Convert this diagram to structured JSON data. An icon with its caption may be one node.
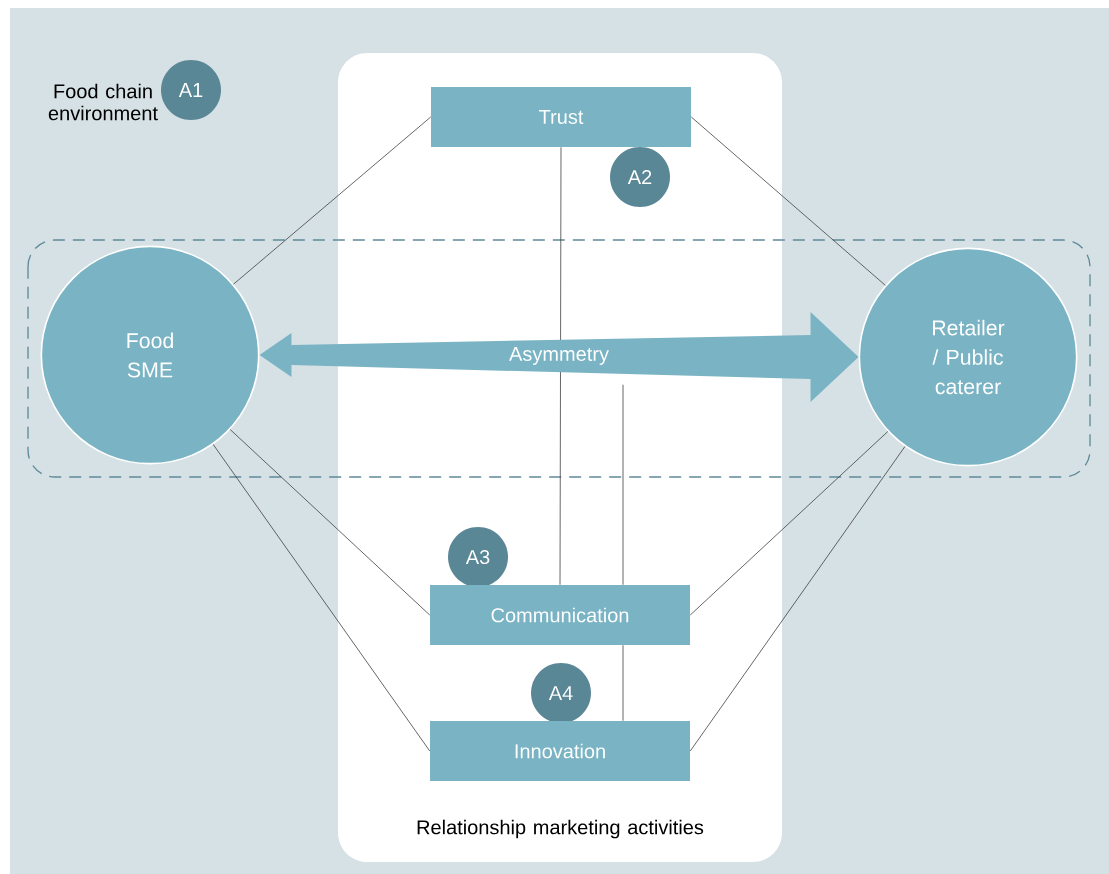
{
  "diagram": {
    "nodes": [
      {
        "text": [
          "Food chain environment"
        ]
      },
      {
        "text": [
          "A1"
        ],
        "in": 0
      },
      {
        "text": [
          "Relationship marketing activities"
        ],
        "in": 0
      },
      {
        "text": [
          "Trust"
        ],
        "in": 2
      },
      {
        "text": [
          "A2"
        ],
        "in": 2
      },
      {
        "text": [
          "Food SME"
        ],
        "in": 0
      },
      {
        "text": [
          "Retailer / Public caterer"
        ],
        "in": 0
      },
      {
        "text": [
          "A3"
        ],
        "in": 2
      },
      {
        "text": [
          "Communication"
        ],
        "in": 2
      },
      {
        "text": [
          "A4"
        ],
        "in": 2
      },
      {
        "text": [
          "Innovation"
        ],
        "in": 2
      }
    ],
    "edges": [
      {
        "from": 5,
        "to": 6,
        "arrow": "both",
        "label": "Asymmetry",
        "style": "thick",
        "color": "#7ab4c4"
      },
      {
        "from": 3,
        "to": 5,
        "arrow": "none"
      },
      {
        "from": 3,
        "to": 6,
        "arrow": "none"
      },
      {
        "from": 3,
        "to": 8,
        "arrow": "none"
      },
      {
        "from": null,
        "to": 8,
        "arrow": "none"
      },
      {
        "from": 8,
        "to": 10,
        "arrow": "none"
      },
      {
        "from": 8,
        "to": 5,
        "arrow": "none"
      },
      {
        "from": 10,
        "to": 5,
        "arrow": "none"
      },
      {
        "from": 8,
        "to": 6,
        "arrow": "none"
      },
      {
        "from": 10,
        "to": 6,
        "arrow": "none"
      }
    ]
  }
}
